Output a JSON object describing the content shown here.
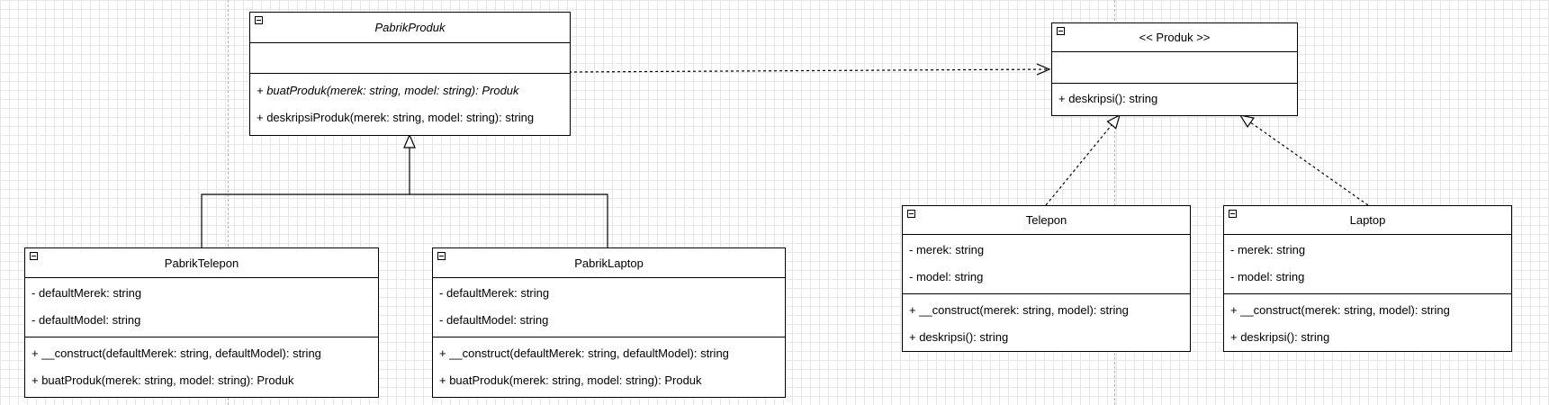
{
  "classes": {
    "pabrik_produk": {
      "name": "PabrikProduk",
      "attributes": [],
      "methods": [
        {
          "text": "+ buatProduk(merek: string, model: string): Produk",
          "abstract": true
        },
        {
          "text": "+ deskripsiProduk(merek: string, model: string): string",
          "abstract": false
        }
      ]
    },
    "produk": {
      "name": "<< Produk >>",
      "attributes": [],
      "methods": [
        {
          "text": "+ deskripsi(): string"
        }
      ]
    },
    "pabrik_telepon": {
      "name": "PabrikTelepon",
      "attributes": [
        "- defaultMerek: string",
        "- defaultModel: string"
      ],
      "methods": [
        "+ __construct(defaultMerek: string, defaultModel): string",
        "+ buatProduk(merek: string, model: string): Produk"
      ]
    },
    "pabrik_laptop": {
      "name": "PabrikLaptop",
      "attributes": [
        "- defaultMerek: string",
        "- defaultModel: string"
      ],
      "methods": [
        "+ __construct(defaultMerek: string, defaultModel): string",
        "+ buatProduk(merek: string, model: string): Produk"
      ]
    },
    "telepon": {
      "name": "Telepon",
      "attributes": [
        "- merek: string",
        "- model: string"
      ],
      "methods": [
        "+ __construct(merek: string, model): string",
        "+ deskripsi(): string"
      ]
    },
    "laptop": {
      "name": "Laptop",
      "attributes": [
        "- merek: string",
        "- model: string"
      ],
      "methods": [
        "+ __construct(merek: string, model): string",
        "+ deskripsi(): string"
      ]
    }
  },
  "relations": {
    "pabrik_produk_depends_on_produk": {
      "type": "dependency",
      "style": "dashed",
      "head": "open-arrow"
    },
    "pabrik_telepon_extends_pabrik_produk": {
      "type": "generalization",
      "style": "solid",
      "head": "hollow-triangle"
    },
    "pabrik_laptop_extends_pabrik_produk": {
      "type": "generalization",
      "style": "solid",
      "head": "hollow-triangle"
    },
    "telepon_realizes_produk": {
      "type": "realization",
      "style": "dashed",
      "head": "hollow-triangle"
    },
    "laptop_realizes_produk": {
      "type": "realization",
      "style": "dashed",
      "head": "hollow-triangle"
    }
  }
}
